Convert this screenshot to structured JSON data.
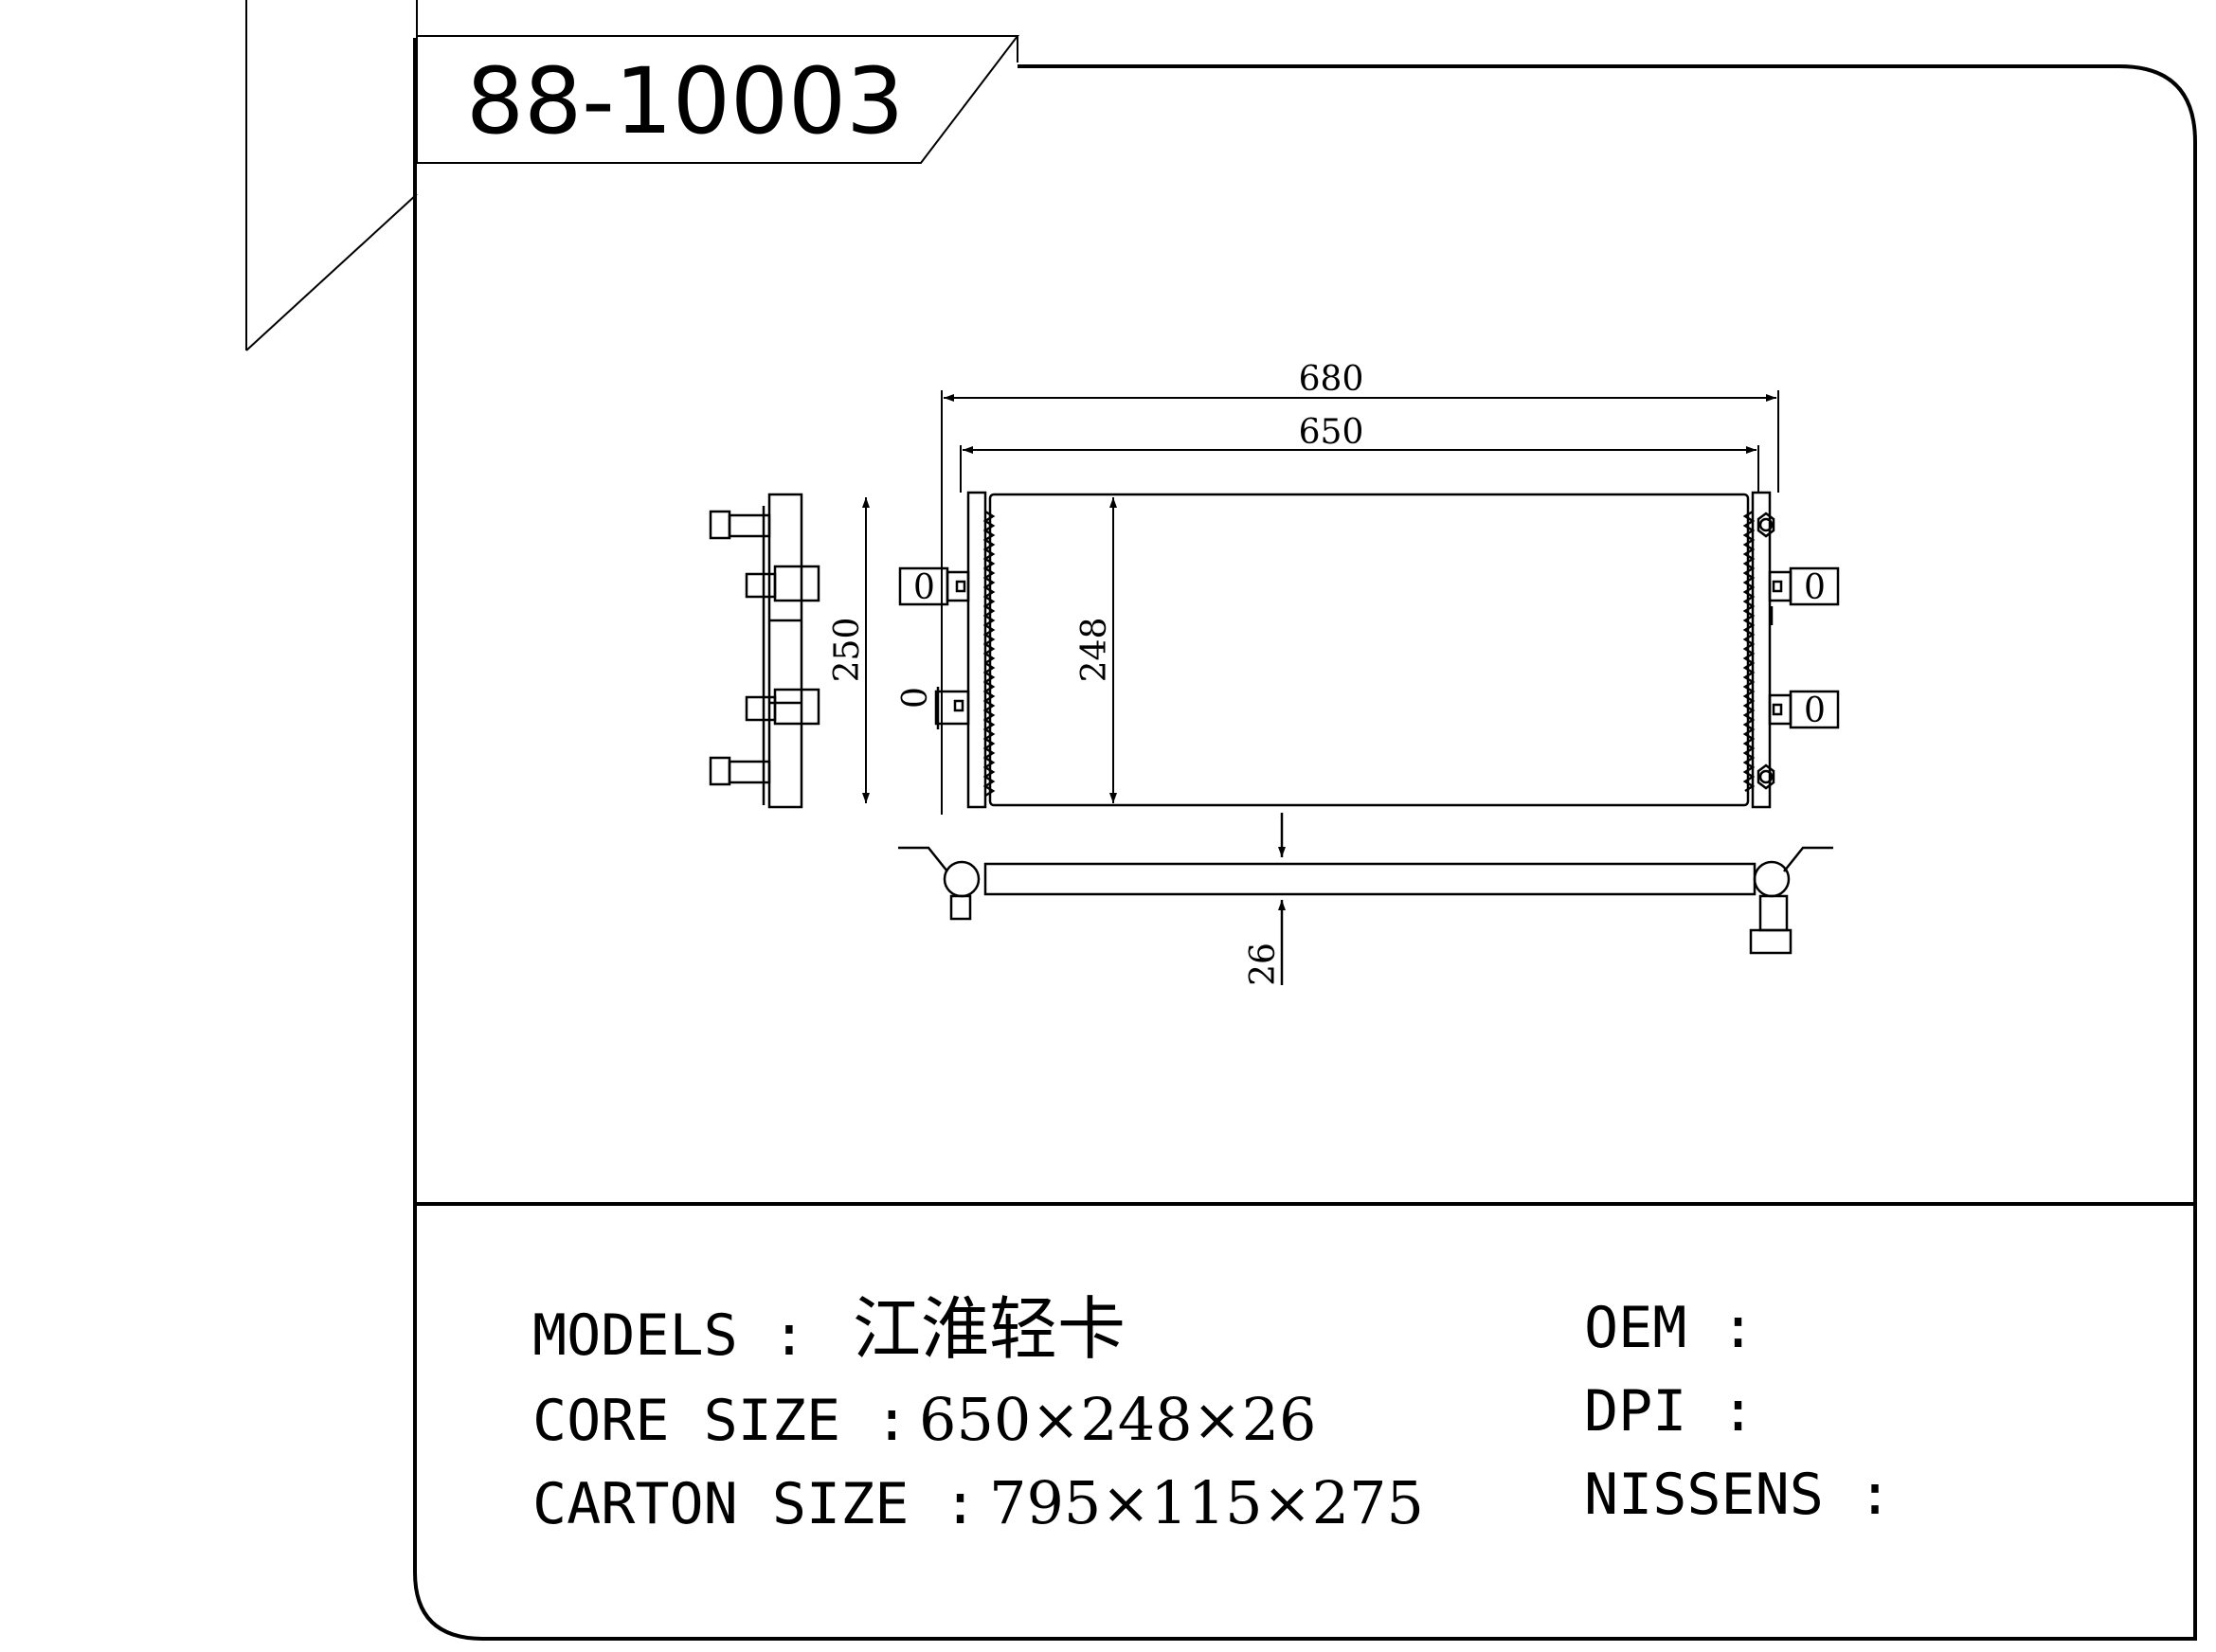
{
  "part_number": "88-10003",
  "dimensions": {
    "overall_width": "680",
    "core_width": "650",
    "overall_height": "250",
    "core_height": "248",
    "core_depth": "26",
    "port_marks": [
      "0",
      "0",
      "0",
      "0"
    ]
  },
  "specs": {
    "models_label": "MODELS :",
    "models_value": "江淮轻卡",
    "core_size_label": "CORE SIZE :",
    "core_size_value": "650×248×26",
    "carton_size_label": "CARTON SIZE :",
    "carton_size_value": "795×115×275",
    "oem_label": "OEM :",
    "dpi_label": "DPI :",
    "nissens_label": "NISSENS :"
  }
}
